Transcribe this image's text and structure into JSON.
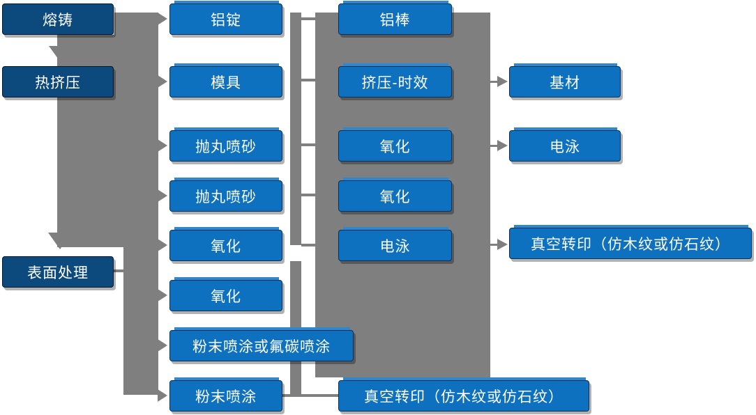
{
  "diagram": {
    "columns": [
      {
        "role": "production-stages",
        "boxes": [
          "熔铸",
          "热挤压",
          "表面处理"
        ]
      },
      {
        "role": "stage-outputs",
        "boxes": [
          "铝锭",
          "模具",
          "抛丸喷砂",
          "抛丸喷砂",
          "氧化",
          "氧化",
          "粉末喷涂或氟碳喷涂",
          "粉末喷涂"
        ]
      },
      {
        "role": "process-chain",
        "boxes": [
          "铝棒",
          "挤压-时效",
          "氧化",
          "氧化",
          "电泳",
          "真空转印（仿木纹或仿石纹）"
        ]
      },
      {
        "role": "final-finishes",
        "boxes": [
          "基材",
          "电泳",
          "真空转印（仿木纹或仿石纹）"
        ]
      }
    ]
  },
  "colors": {
    "stage_box": "#0c4a7d",
    "process_box": "#0e71bf",
    "process_box_highlight": "#2e87cf",
    "connector": "#7f7f7f",
    "text": "#ffffff",
    "background": "#ffffff"
  }
}
